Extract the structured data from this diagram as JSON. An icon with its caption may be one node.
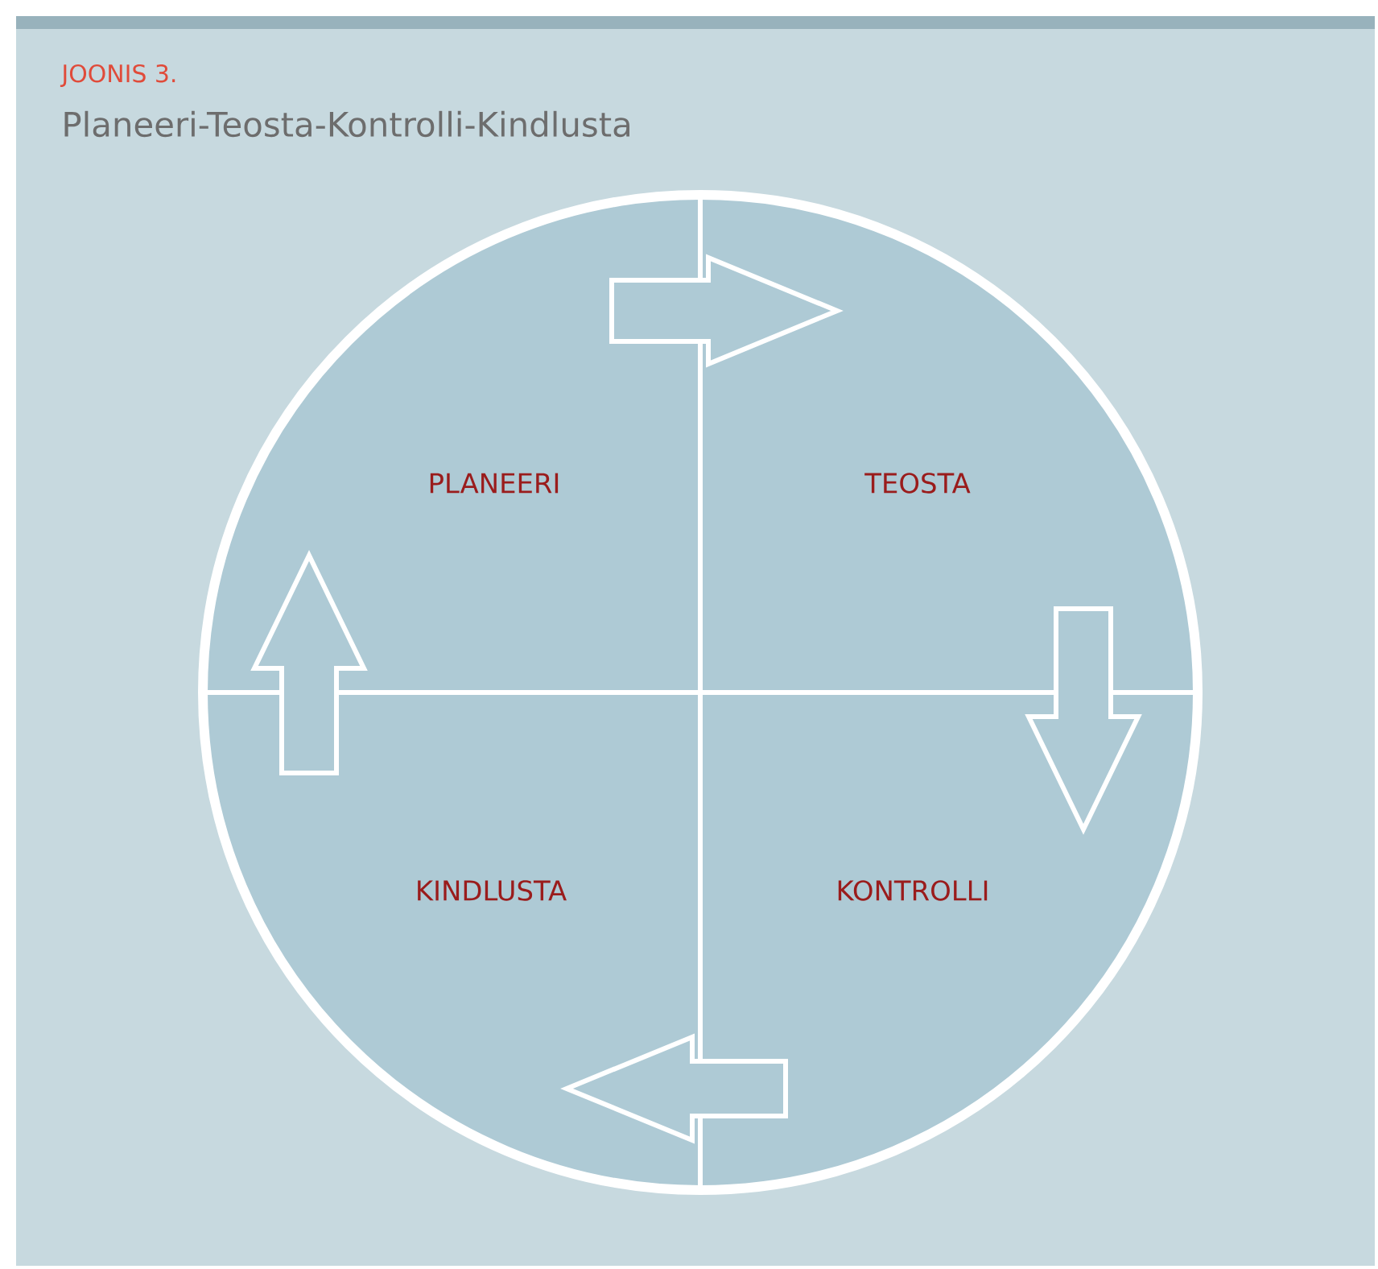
{
  "diagram": {
    "title": "Planeeri-Teosta-Kontrolli-Kindlusta",
    "nodes": [
      {
        "text": [
          "PLANEERI"
        ]
      },
      {
        "text": [
          "TEOSTA"
        ]
      },
      {
        "text": [
          "KINDLUSTA"
        ]
      },
      {
        "text": [
          "KONTROLLI"
        ]
      }
    ],
    "edges": [
      {
        "from": 0,
        "to": 1,
        "arrow": "to"
      },
      {
        "from": 1,
        "to": 3,
        "arrow": "to"
      },
      {
        "from": 3,
        "to": 2,
        "arrow": "to"
      },
      {
        "from": 2,
        "to": 0,
        "arrow": "to"
      }
    ],
    "labels": [
      "JOONIS 3."
    ]
  }
}
